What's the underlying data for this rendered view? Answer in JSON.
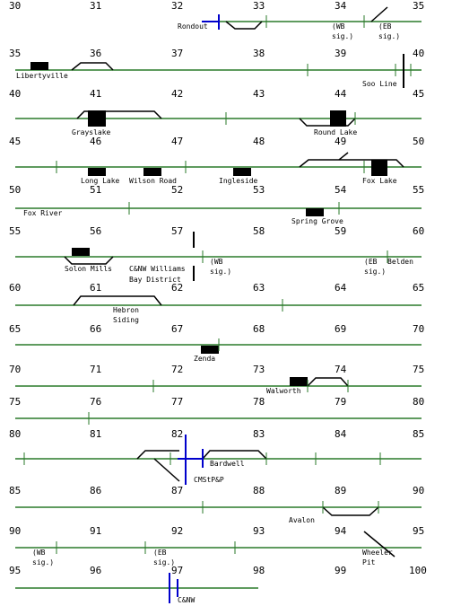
{
  "rows": [
    {
      "left": "30",
      "ticks": [
        "31",
        "32",
        "33",
        "34"
      ],
      "right": "35"
    },
    {
      "left": "35",
      "ticks": [
        "36",
        "37",
        "38",
        "39"
      ],
      "right": "40"
    },
    {
      "left": "40",
      "ticks": [
        "41",
        "42",
        "43",
        "44"
      ],
      "right": "45"
    },
    {
      "left": "45",
      "ticks": [
        "46",
        "47",
        "48",
        "49"
      ],
      "right": "50"
    },
    {
      "left": "50",
      "ticks": [
        "51",
        "52",
        "53",
        "54"
      ],
      "right": "55"
    },
    {
      "left": "55",
      "ticks": [
        "56",
        "57",
        "58",
        "59"
      ],
      "right": "60"
    },
    {
      "left": "60",
      "ticks": [
        "61",
        "62",
        "63",
        "64"
      ],
      "right": "65"
    },
    {
      "left": "65",
      "ticks": [
        "66",
        "67",
        "68",
        "69"
      ],
      "right": "70"
    },
    {
      "left": "70",
      "ticks": [
        "71",
        "72",
        "73",
        "74"
      ],
      "right": "75"
    },
    {
      "left": "75",
      "ticks": [
        "76",
        "77",
        "78",
        "79"
      ],
      "right": "80"
    },
    {
      "left": "80",
      "ticks": [
        "81",
        "82",
        "83",
        "84"
      ],
      "right": "85"
    },
    {
      "left": "85",
      "ticks": [
        "86",
        "87",
        "88",
        "89"
      ],
      "right": "90"
    },
    {
      "left": "90",
      "ticks": [
        "91",
        "92",
        "93",
        "94"
      ],
      "right": "95"
    },
    {
      "left": "95",
      "ticks": [
        "96",
        "97",
        "98",
        "99"
      ],
      "right": "100"
    }
  ],
  "labels": {
    "rondout": "Rondout",
    "wb_sig_a": "(WB",
    "wb_sig_b": "sig.)",
    "eb_sig_a": "(EB",
    "eb_sig_b": "sig.)",
    "libertyville": "Libertyville",
    "soo_line": "Soo Line",
    "grayslake": "Grayslake",
    "round_lake": "Round Lake",
    "long_lake": "Long Lake",
    "wilson_road": "Wilson Road",
    "ingleside": "Ingleside",
    "fox_lake": "Fox Lake",
    "fox_river": "Fox River",
    "spring_grove": "Spring Grove",
    "solon_mills": "Solon Mills",
    "cnw_williams_a": "C&NW Williams",
    "cnw_williams_b": "Bay  District",
    "belden": "Belden",
    "hebron_a": "Hebron",
    "hebron_b": "Siding",
    "zenda": "Zenda",
    "walworth": "Walworth",
    "bardwell": "Bardwell",
    "cmstpp": "CMStP&P",
    "avalon": "Avalon",
    "wheeler_a": "Wheeler",
    "wheeler_b": "Pit",
    "cnw": "C&NW"
  },
  "colors": {
    "track": "#2a7a2a",
    "crossing": "#0000cc",
    "station": "#000000"
  }
}
